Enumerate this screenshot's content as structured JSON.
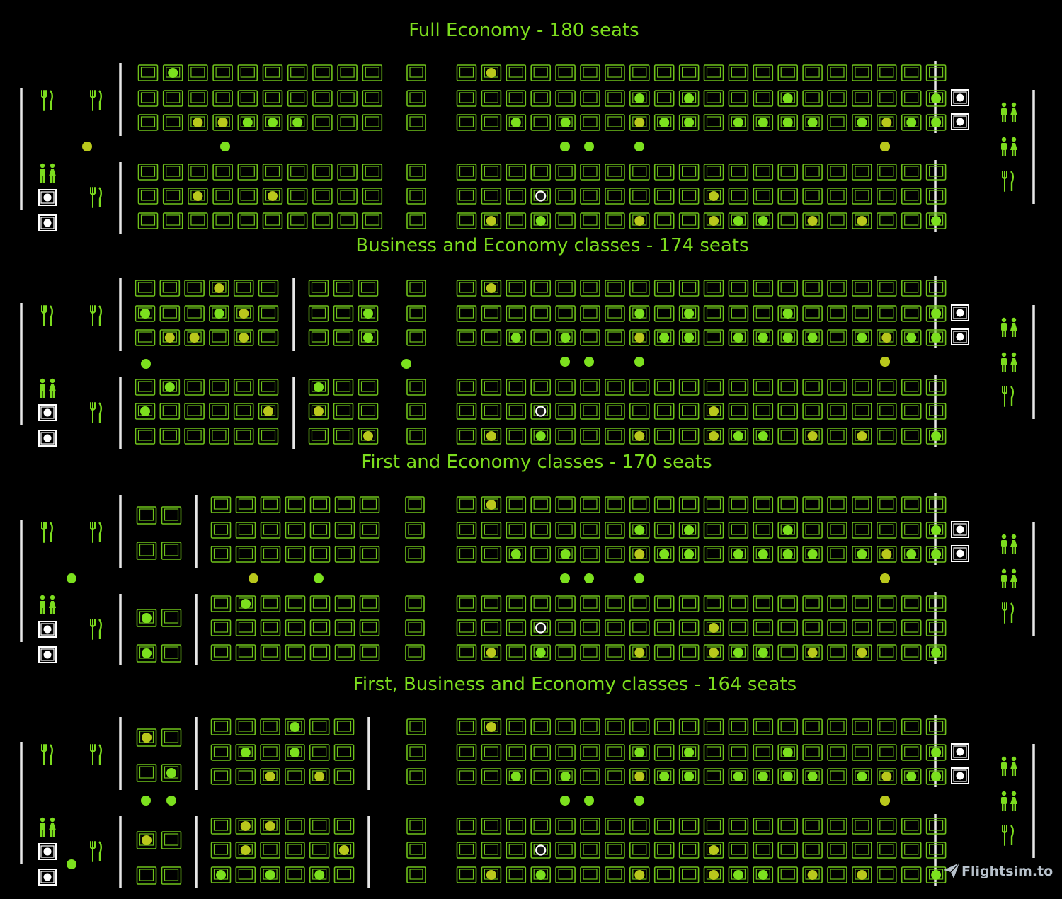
{
  "colors": {
    "title": "#7CDC1E",
    "seat": "#6FC21A",
    "dot_green": "#7CE01E",
    "dot_yellow": "#B9C81C",
    "wall": "#E8E8E8",
    "icon_green": "#7CDC1E"
  },
  "watermark": {
    "text": "Flightsim.to",
    "icon": "paper-plane-icon"
  },
  "configs": [
    {
      "title": "Full Economy - 180 seats",
      "front": {
        "cabins": [
          {
            "cols": 10,
            "layout": "rows",
            "green": [
              "1-0",
              "4-2",
              "5-2",
              "6-2",
              "12-4",
              "13-4",
              "15-4",
              "16-1"
            ],
            "yellow": [
              "2-2",
              "3-2",
              "2-4",
              "5-4"
            ]
          }
        ]
      },
      "galley_dots": {
        "green": [
          1
        ],
        "yellow": [
          0
        ]
      },
      "aisle_dots": {
        "yellow": [
          0
        ],
        "green": []
      },
      "aft_dots": {
        "green": [],
        "yellow": []
      },
      "left_service": {
        "top": [
          "utensils-icon",
          "utensils-icon"
        ],
        "bottom_left": [
          "restroom-icon",
          "lavatory-icon",
          "lavatory-icon"
        ],
        "bottom_right": [
          "utensils-icon"
        ]
      },
      "right_service": [
        "lavatory-icon",
        "lavatory-icon",
        "restroom-icon",
        "restroom-icon",
        "utensils-icon"
      ]
    },
    {
      "title": "Business and Economy classes - 174 seats",
      "front": {
        "cabins": [
          {
            "cols": 6,
            "layout": "rows",
            "green": [
              "0-1",
              "3-1",
              "1-3",
              "0-4"
            ],
            "yellow": [
              "3-0",
              "4-1",
              "1-2",
              "2-2",
              "4-2",
              "5-4"
            ]
          },
          {
            "cols": 3,
            "layout": "rows",
            "green": [
              "2-1",
              "2-2",
              "0-3"
            ],
            "yellow": [
              "0-4",
              "2-5"
            ]
          }
        ]
      },
      "galley_dots": {
        "green": [
          0,
          1
        ],
        "yellow": []
      },
      "aisle_dots": {
        "yellow": [],
        "green": []
      },
      "aft_dots": {
        "green": [],
        "yellow": []
      },
      "left_service": {
        "top": [
          "utensils-icon",
          "utensils-icon"
        ],
        "bottom_left": [
          "restroom-icon",
          "lavatory-icon",
          "lavatory-icon"
        ],
        "bottom_right": [
          "utensils-icon"
        ]
      },
      "right_service": [
        "lavatory-icon",
        "lavatory-icon",
        "restroom-icon",
        "restroom-icon",
        "utensils-icon"
      ]
    },
    {
      "title": "First and Economy classes - 170 seats",
      "front": {
        "cabins": [
          {
            "cols": 2,
            "layout": "pairs",
            "green": [
              "0-2",
              "0-3"
            ],
            "yellow": []
          },
          {
            "cols": 7,
            "layout": "rows",
            "green": [
              "1-3"
            ],
            "yellow": []
          }
        ]
      },
      "galley_dots": {
        "green": [
          0
        ],
        "yellow": []
      },
      "aisle_dots": {
        "yellow": [
          0
        ],
        "green": [
          1
        ]
      },
      "aft_dots": {
        "green": [],
        "yellow": []
      },
      "left_service": {
        "top": [
          "utensils-icon",
          "utensils-icon"
        ],
        "bottom_left": [
          "restroom-icon",
          "lavatory-icon",
          "lavatory-icon"
        ],
        "bottom_right": [
          "utensils-icon"
        ]
      },
      "right_service": [
        "lavatory-icon",
        "lavatory-icon",
        "restroom-icon",
        "restroom-icon",
        "utensils-icon"
      ]
    },
    {
      "title": "First, Business and Economy classes - 164 seats",
      "front": {
        "cabins": [
          {
            "cols": 2,
            "layout": "pairs",
            "green": [
              "1-1"
            ],
            "yellow": [
              "0-0",
              "0-2"
            ]
          },
          {
            "cols": 6,
            "layout": "rows",
            "green": [
              "3-0",
              "1-1",
              "3-1",
              "0-5",
              "2-5",
              "4-5"
            ],
            "yellow": [
              "2-2",
              "4-2",
              "1-3",
              "2-3",
              "1-4",
              "5-4"
            ]
          }
        ]
      },
      "galley_dots": {
        "green": [
          0,
          1
        ],
        "yellow": []
      },
      "aisle_dots": {
        "yellow": [],
        "green": []
      },
      "aft_dots": {
        "green": [
          0
        ],
        "yellow": []
      },
      "left_service": {
        "top": [
          "utensils-icon",
          "utensils-icon"
        ],
        "bottom_left": [
          "restroom-icon",
          "lavatory-icon",
          "lavatory-icon"
        ],
        "bottom_right": [
          "utensils-icon"
        ]
      },
      "right_service": [
        "lavatory-icon",
        "lavatory-icon",
        "restroom-icon",
        "restroom-icon",
        "utensils-icon"
      ]
    }
  ],
  "economy": {
    "cols": 19,
    "green": [
      "7-1",
      "9-1",
      "13-1",
      "19-1",
      "2-2",
      "4-2",
      "8-2",
      "9-2",
      "11-2",
      "12-2",
      "13-2",
      "14-2",
      "16-2",
      "18-2",
      "19-2",
      "3-5",
      "11-5",
      "12-5",
      "19-5",
      "7-6",
      "9-6",
      "13-6",
      "17-6",
      "19-6"
    ],
    "yellow": [
      "1-0",
      "7-2",
      "17-2",
      "10-4",
      "1-5",
      "7-5",
      "10-5",
      "14-5",
      "16-5",
      "2-6",
      "15-6"
    ],
    "white_ring": [
      "3-4"
    ],
    "dots_green": [
      1,
      2,
      3
    ],
    "dots_yellow": [
      0,
      4
    ]
  }
}
